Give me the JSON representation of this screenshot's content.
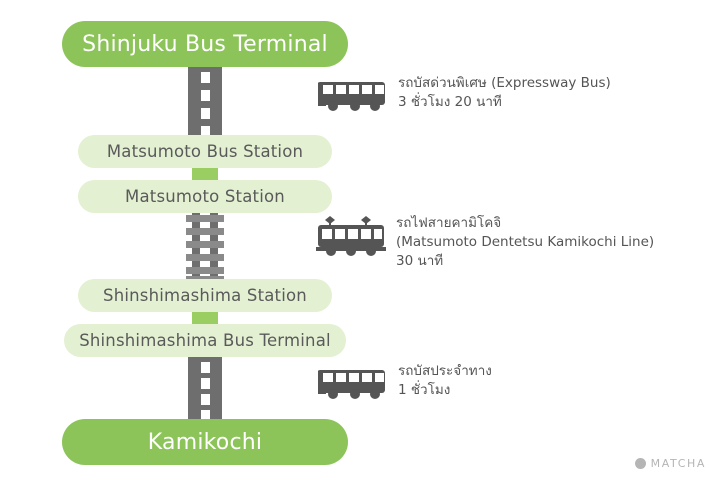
{
  "route": {
    "stops": [
      {
        "id": "shinjuku-bus-terminal",
        "label": "Shinjuku Bus Terminal",
        "style": "major"
      },
      {
        "id": "matsumoto-bus-station",
        "label": "Matsumoto Bus Station",
        "style": "minor"
      },
      {
        "id": "matsumoto-station",
        "label": "Matsumoto Station",
        "style": "minor"
      },
      {
        "id": "shinshimashima-station",
        "label": "Shinshimashima Station",
        "style": "minor"
      },
      {
        "id": "shinshimashima-bus-terminal",
        "label": "Shinshimashima Bus Terminal",
        "style": "minor"
      },
      {
        "id": "kamikochi",
        "label": "Kamikochi",
        "style": "major"
      }
    ],
    "legs": [
      {
        "id": "expressway-bus",
        "mode": "bus",
        "icon": "bus-icon",
        "name": "รถบัสด่วนพิเศษ (Expressway Bus)",
        "duration": "3 ชั่วโมง 20 นาที",
        "line2": "",
        "connector": "road"
      },
      {
        "id": "kamikochi-line",
        "mode": "train",
        "icon": "train-icon",
        "name": "รถไฟสายคามิโคจิ",
        "line2": "(Matsumoto Dentetsu Kamikochi Line)",
        "duration": "30 นาที",
        "connector": "railway"
      },
      {
        "id": "local-bus",
        "mode": "bus",
        "icon": "bus-icon",
        "name": "รถบัสประจำทาง",
        "line2": "",
        "duration": "1 ชั่วโมง",
        "connector": "road"
      }
    ]
  },
  "watermark": {
    "label": "MATCHA",
    "icon": "matcha-dot-icon"
  },
  "colors": {
    "major_pill": "#8CC45A",
    "minor_pill": "#E3F0D2",
    "road": "#6E6E6E",
    "rail": "#6E6E6E",
    "icon": "#555555",
    "text_dark": "#555555",
    "text_light": "#FFFFFF",
    "watermark": "#B5B5B5",
    "background": "#FFFFFF"
  }
}
